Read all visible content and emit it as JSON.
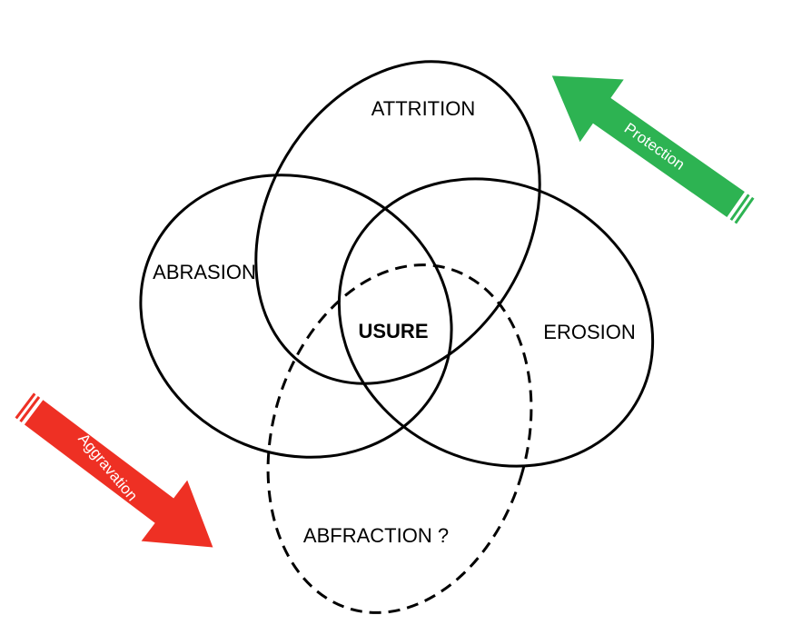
{
  "labels": {
    "attrition": "ATTRITION",
    "abrasion": "ABRASION",
    "erosion": "EROSION",
    "abfraction": "ABFRACTION ?",
    "center": "USURE"
  },
  "arrows": {
    "protection": {
      "label": "Protection",
      "color": "#2db352"
    },
    "aggravation": {
      "label": "Aggravation",
      "color": "#ee3024"
    }
  },
  "style": {
    "stroke": "#000000"
  }
}
